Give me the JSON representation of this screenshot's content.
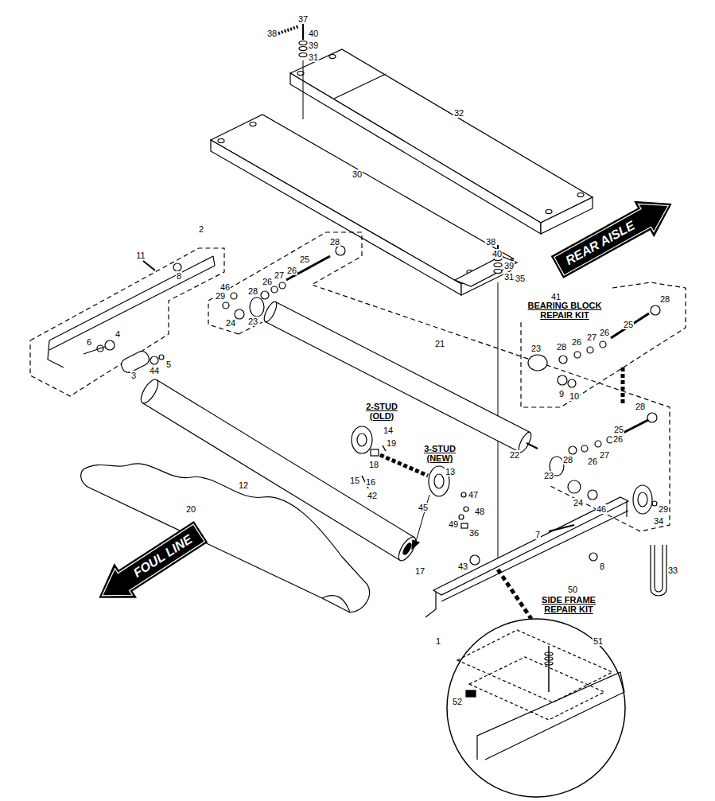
{
  "diagram": {
    "nodes": [
      {
        "text": [
          "REAR AISLE"
        ]
      },
      {
        "text": [
          "FOUL LINE"
        ]
      }
    ],
    "labels": [
      "37",
      "38",
      "40",
      "39",
      "31",
      "32",
      "30",
      "2",
      "38",
      "28",
      "40",
      "11",
      "25",
      "39",
      "8",
      "35",
      "31",
      "27",
      "26",
      "46",
      "26",
      "28",
      "41",
      "BEARING BLOCK REPAIR KIT",
      "28",
      "29",
      "24",
      "23",
      "25",
      "26",
      "27",
      "26",
      "28",
      "23",
      "21",
      "6",
      "4",
      "44",
      "5",
      "3",
      "9",
      "10",
      "2-STUD (OLD)",
      "28",
      "14",
      "19",
      "25",
      "26",
      "27",
      "26",
      "28",
      "22",
      "3-STUD (NEW)",
      "18",
      "23",
      "13",
      "15",
      "16",
      "12",
      "42",
      "24",
      "29",
      "47",
      "46",
      "45",
      "34",
      "48",
      "49",
      "7",
      "36",
      "20",
      "43",
      "8",
      "33",
      "17",
      "50",
      "SIDE FRAME REPAIR KIT",
      "1",
      "51",
      "52"
    ]
  }
}
